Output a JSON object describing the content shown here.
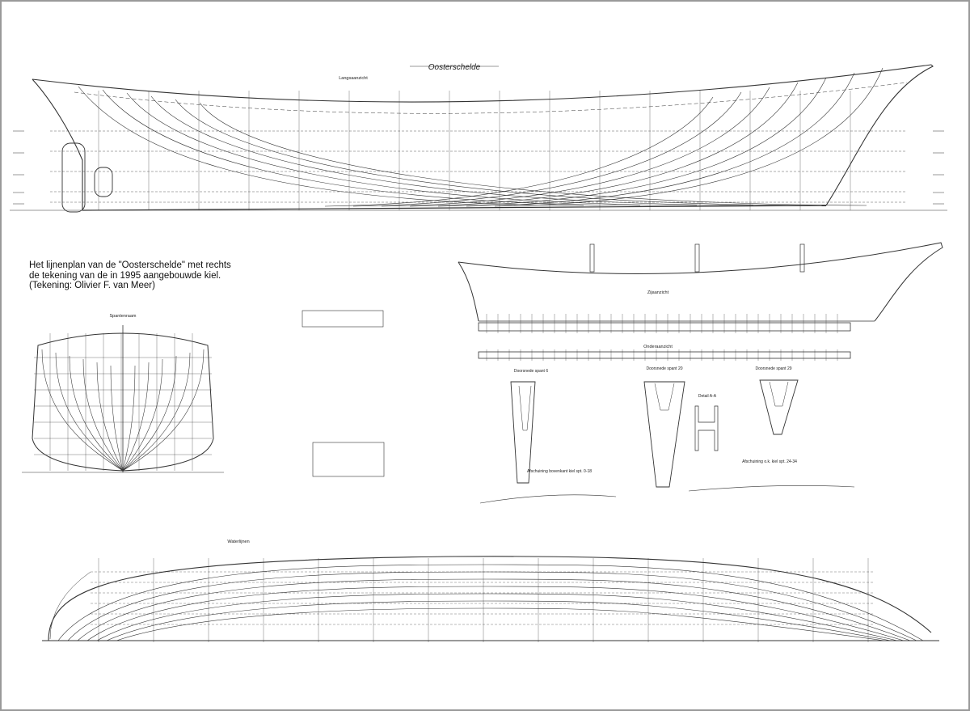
{
  "caption": {
    "line1": "Het lijnenplan van de \"Oosterschelde\" met rechts",
    "line2": "de tekening van de in 1995 aangebouwde kiel.",
    "line3": "(Tekening: Olivier F. van Meer)"
  },
  "colors": {
    "ink": "#222222",
    "paper": "#ffffff",
    "border": "#9a9a9a"
  },
  "labels": {
    "signature": "Oosterschelde",
    "profile_view": "Langsaanzicht",
    "body_plan": "Spantenraam",
    "keel_side_view": "Zijaanzicht",
    "keel_bottom_view": "Onderaanzicht",
    "half_breadth": "Waterlijnen",
    "section_a": "Doorsnede spant 6",
    "section_b": "Doorsnede spant 20",
    "section_c": "Doorsnede spant 29",
    "section_d": "Detail A-A",
    "chine_a": "Afschuining bovenkant kiel spt. 0-18",
    "chine_b": "Afschuining o.k. kiel spt. 24-34"
  }
}
